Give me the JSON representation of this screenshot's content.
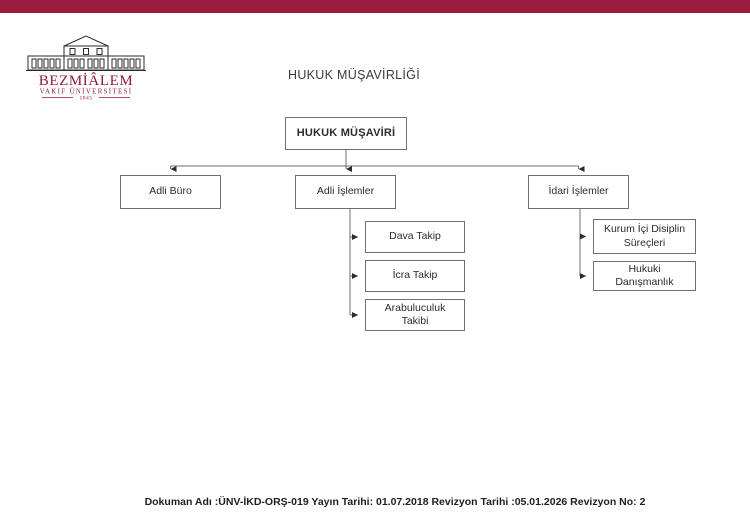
{
  "theme": {
    "bar_color": "#9b1b3c",
    "line_color": "#6e6e6e",
    "text_color": "#2b2b2b"
  },
  "logo": {
    "name": "BEZMİÂLEM",
    "subtitle": "VAKIF ÜNİVERSİTESİ",
    "year": "1845"
  },
  "header": {
    "title": "HUKUK MÜŞAVİRLİĞİ"
  },
  "chart_data": {
    "type": "diagram",
    "title": "HUKUK MÜŞAVİRLİĞİ",
    "root": {
      "label": "HUKUK MÜŞAVİRİ"
    },
    "level1": [
      {
        "label": "Adli Büro",
        "children": []
      },
      {
        "label": "Adli İşlemler",
        "children": [
          {
            "label": "Dava Takip"
          },
          {
            "label": "İcra Takip"
          },
          {
            "label": "Arabuluculuk Takibi"
          }
        ]
      },
      {
        "label": "İdari İşlemler",
        "children": [
          {
            "label": "Kurum İçi Disiplin Süreçleri"
          },
          {
            "label": "Hukuki Danışmanlık"
          }
        ]
      }
    ]
  },
  "footer": {
    "text": "Dokuman Adı :ÜNV-İKD-ORŞ-019 Yayın Tarihi: 01.07.2018 Revizyon Tarihi :05.01.2026 Revizyon No: 2"
  }
}
